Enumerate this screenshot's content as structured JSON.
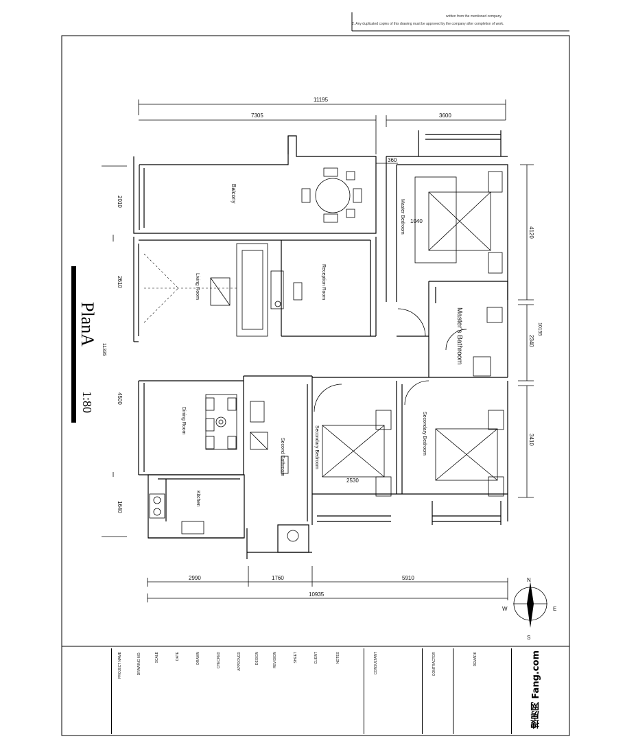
{
  "header_notes": [
    "written from the mentioned company.",
    "2. Any duplicated copies of this drawing must be approved by the company after completion of work."
  ],
  "plan": {
    "title": "PlanA",
    "scale": "1:80"
  },
  "dimensions": {
    "top_overall": "11195",
    "top_left": "7305",
    "top_right": "3600",
    "top_small": "360",
    "left_1": "2010",
    "left_2": "2610",
    "left_3": "11335",
    "left_4": "4500",
    "left_5": "1640",
    "right_1": "4120",
    "right_2": "2340",
    "right_3": "10155",
    "right_4": "3410",
    "bottom_1": "2990",
    "bottom_2": "1760",
    "bottom_3": "5910",
    "bottom_overall": "10935",
    "inner_1040": "1040",
    "inner_2530": "2530"
  },
  "rooms": {
    "balcony": "Balcony",
    "living": "Living Room",
    "reception": "Reception Room",
    "master_bedroom": "Master Bedroom",
    "master_bathroom": "Master's Bathroom",
    "dining": "Dining Room",
    "kitchen": "Kitchen",
    "second_bathroom": "Second Bathroom",
    "secondary_1": "Secondary Bedroom",
    "secondary_2": "Secondary Bedroom"
  },
  "compass": {
    "n": "N",
    "s": "S",
    "e": "E",
    "w": "W"
  },
  "brand": {
    "name": "搜房网",
    "domain": "Fang.com"
  },
  "title_block": [
    "PROJECT NAME",
    "DRAWING NO.",
    "SCALE",
    "DATE",
    "DRAWN",
    "CHECKED",
    "APPROVED",
    "DESIGN",
    "REVISION",
    "SHEET",
    "CLIENT",
    "NOTES",
    "CONSULTANT",
    "CONTRACTOR",
    "REMARK"
  ],
  "colors": {
    "line": "#000000",
    "hatch": "#777777",
    "paper": "#ffffff"
  }
}
